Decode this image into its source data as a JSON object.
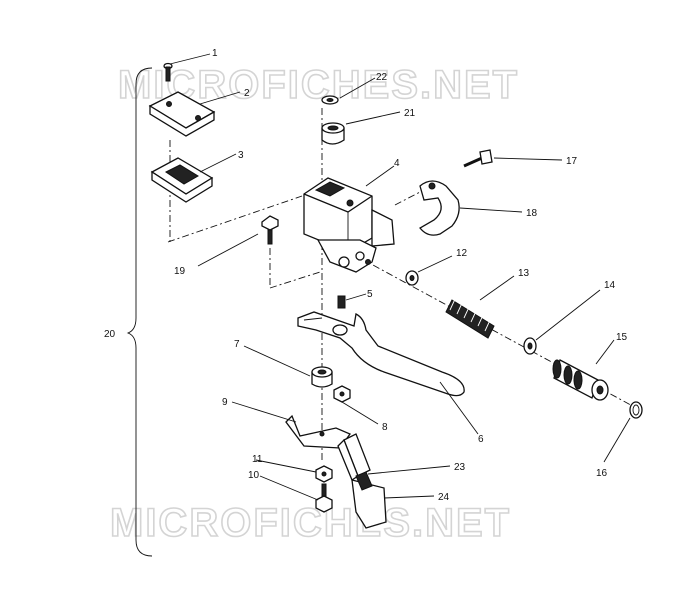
{
  "watermark": "MICROFICHES.NET",
  "callouts": [
    {
      "id": "1",
      "text": "1"
    },
    {
      "id": "2",
      "text": "2"
    },
    {
      "id": "3",
      "text": "3"
    },
    {
      "id": "4",
      "text": "4"
    },
    {
      "id": "5",
      "text": "5"
    },
    {
      "id": "6",
      "text": "6"
    },
    {
      "id": "7",
      "text": "7"
    },
    {
      "id": "8",
      "text": "8"
    },
    {
      "id": "9",
      "text": "9"
    },
    {
      "id": "10",
      "text": "10"
    },
    {
      "id": "11",
      "text": "11"
    },
    {
      "id": "12",
      "text": "12"
    },
    {
      "id": "13",
      "text": "13"
    },
    {
      "id": "14",
      "text": "14"
    },
    {
      "id": "15",
      "text": "15"
    },
    {
      "id": "16",
      "text": "16"
    },
    {
      "id": "17",
      "text": "17"
    },
    {
      "id": "18",
      "text": "18"
    },
    {
      "id": "19",
      "text": "19"
    },
    {
      "id": "20",
      "text": "20"
    },
    {
      "id": "21",
      "text": "21"
    },
    {
      "id": "22",
      "text": "22"
    },
    {
      "id": "23",
      "text": "23"
    },
    {
      "id": "24",
      "text": "24"
    }
  ]
}
